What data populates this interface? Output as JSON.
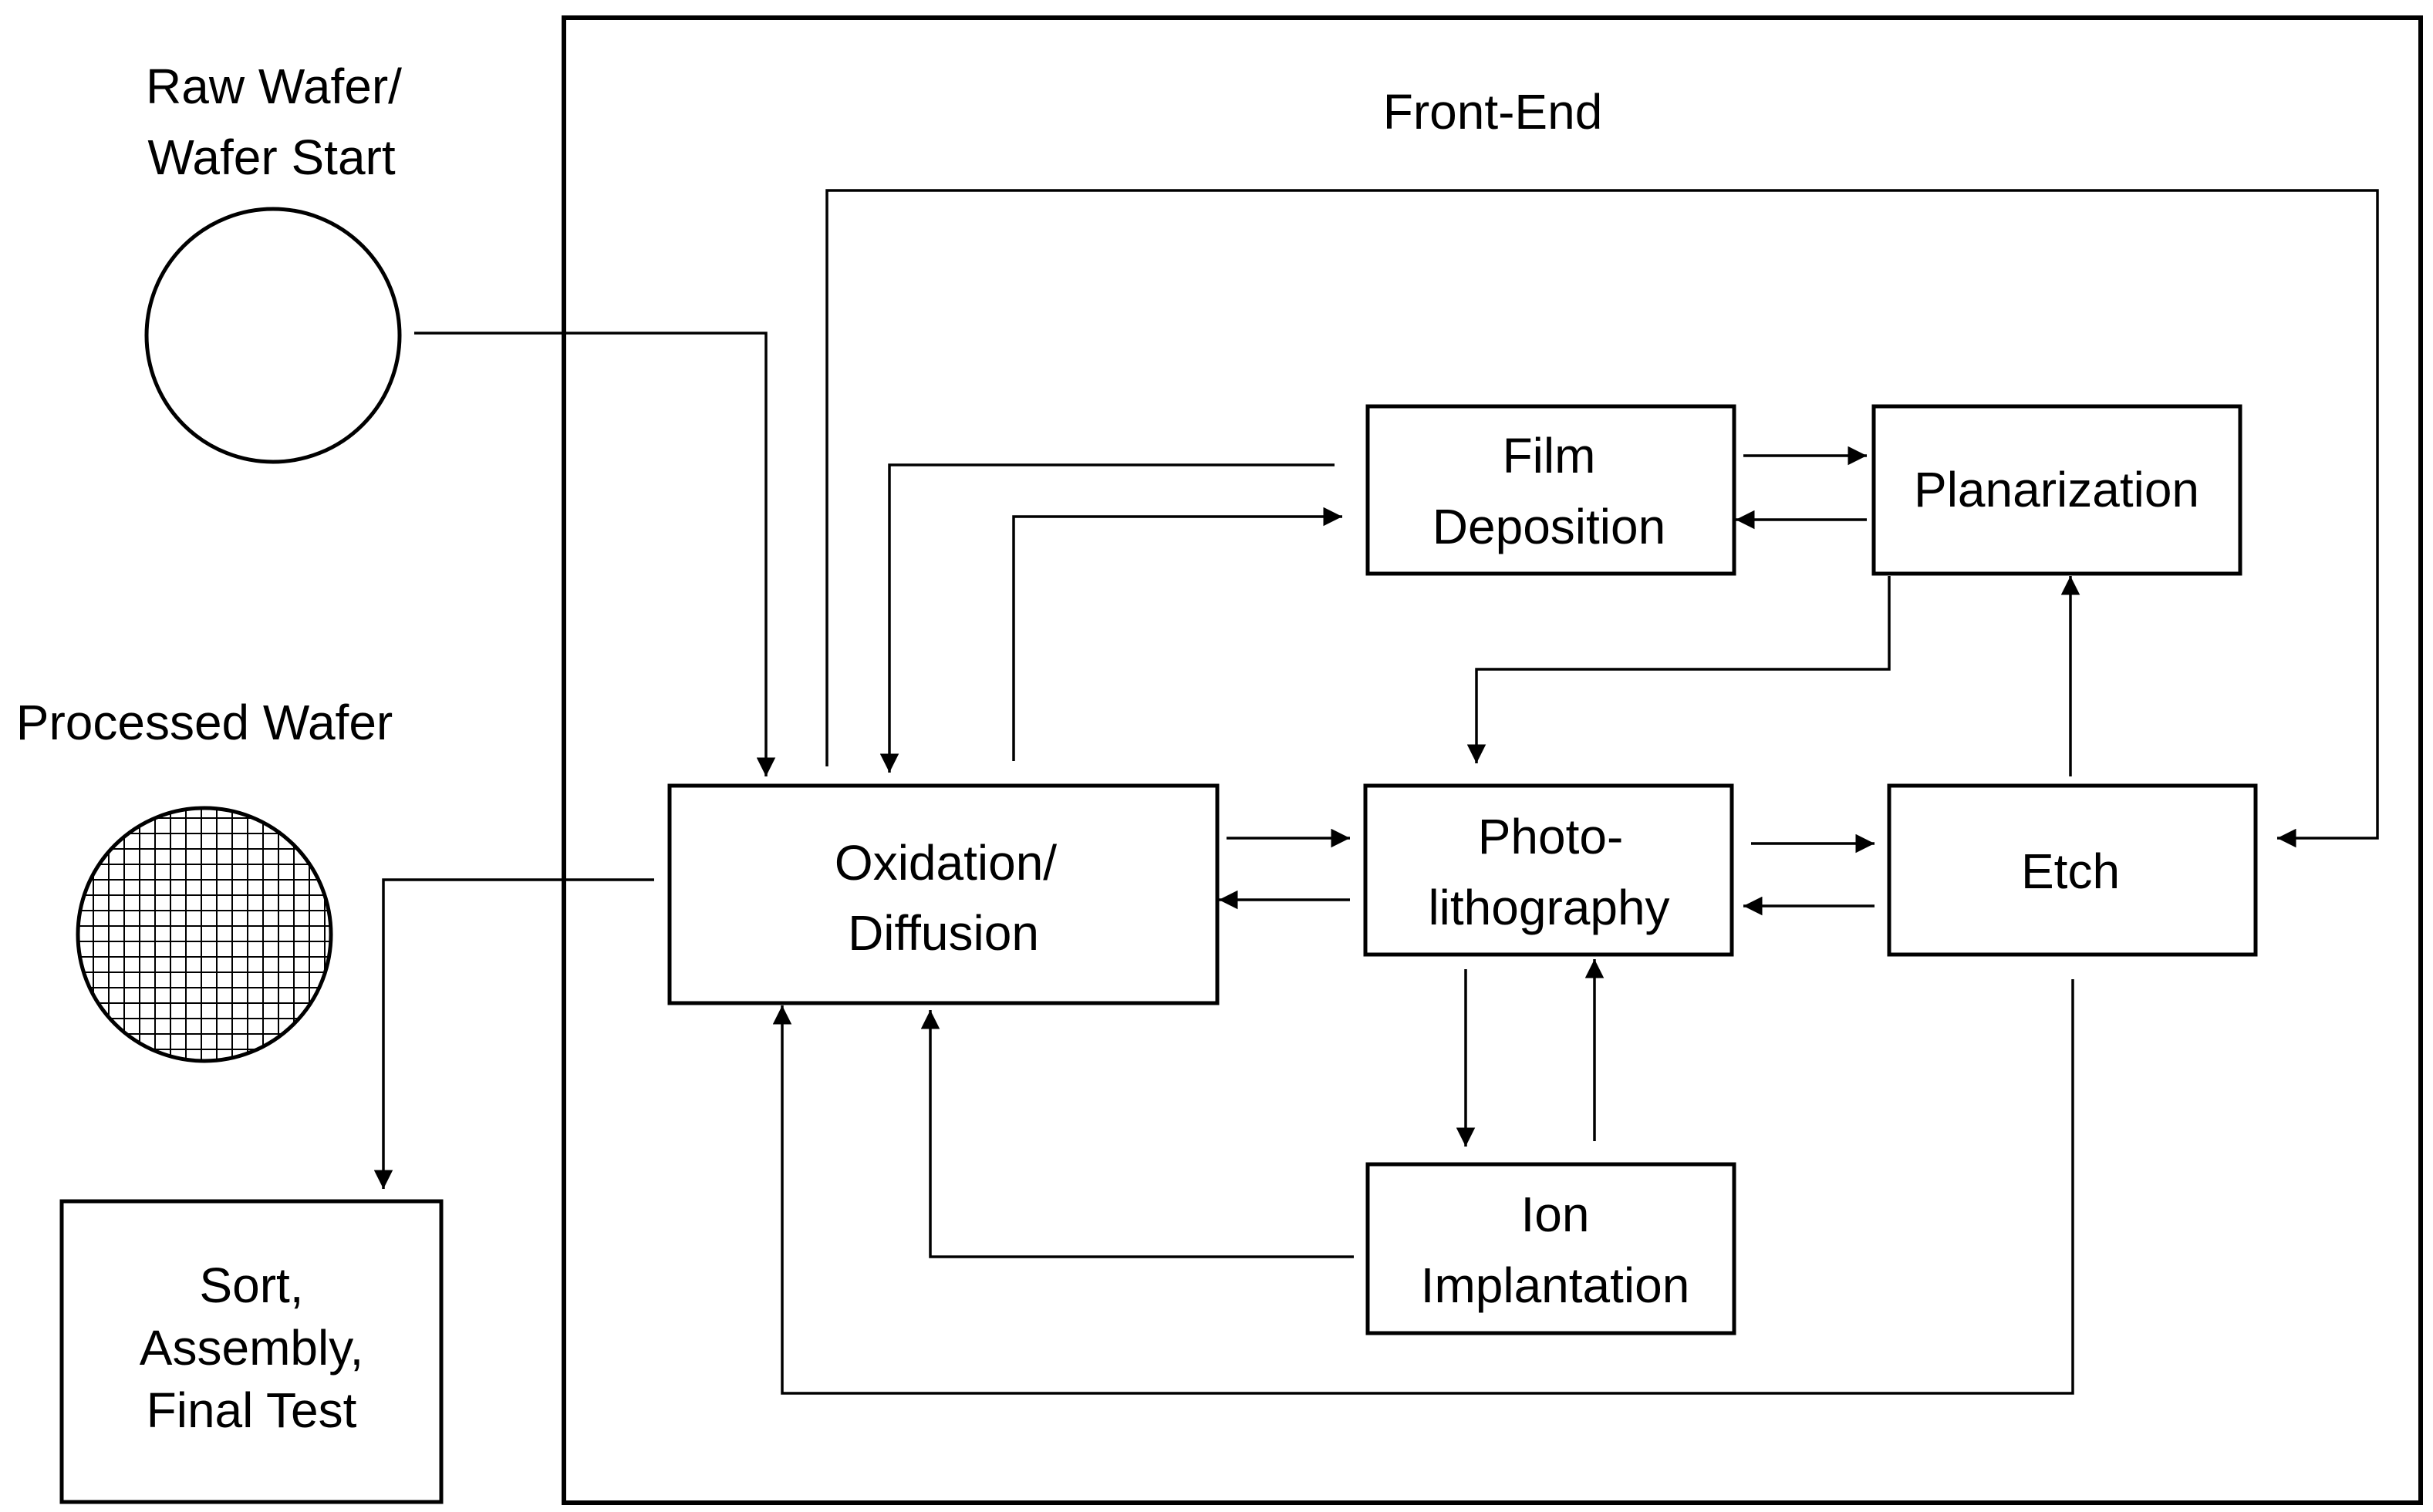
{
  "labels": {
    "raw_wafer_line1": "Raw Wafer/",
    "raw_wafer_line2": "Wafer Start",
    "processed_wafer": "Processed Wafer",
    "front_end": "Front-End"
  },
  "boxes": {
    "sort": [
      "Sort,",
      "Assembly,",
      "Final Test"
    ],
    "oxidation": [
      "Oxidation/",
      "Diffusion"
    ],
    "film": [
      "Film",
      "Deposition"
    ],
    "planarization": [
      "Planarization"
    ],
    "photo": [
      "Photo-",
      "lithography"
    ],
    "etch": [
      "Etch"
    ],
    "ion": [
      "Ion",
      "Implantation"
    ]
  }
}
